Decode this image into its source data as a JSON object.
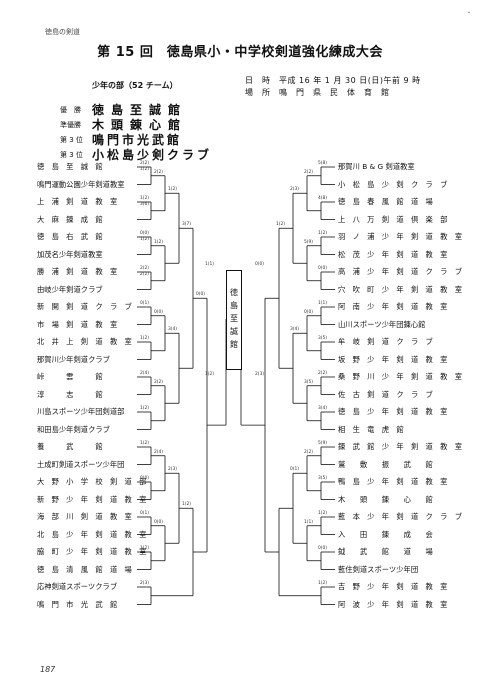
{
  "header": {
    "running_head": "徳島の剣道",
    "dot": "・"
  },
  "title": "第 15 回　徳島県小・中学校剣道強化練成大会",
  "division": "少年の部（52 チーム）",
  "event_info": {
    "date_line": "日　時　平成 16 年 1 月 30 日(日)午前 9 時",
    "place_line": "場　所　鳴　門　県　民　体　育　館"
  },
  "results": [
    {
      "label": "優　勝",
      "name": "徳島至誠館"
    },
    {
      "label": "準優勝",
      "name": "木頭錬心館"
    },
    {
      "label": "第 3 位",
      "name": "鳴門市光武館"
    },
    {
      "label": "第 3 位",
      "name": "小松島少剣クラブ"
    }
  ],
  "champion": "徳島至誠館",
  "left_teams": [
    "徳　島　至　誠　館",
    "鳴門運動公園少年剣道教室",
    "上　浦　剣　道　教　室",
    "大　麻　錬　成　館",
    "徳　島　右　武　館",
    "加茂名少年剣道教室",
    "勝　浦　剣　道　教　室",
    "由岐少年剣道クラブ",
    "新　開　剣　道　ク　ラ　ブ",
    "市　場　剣　道　教　室",
    "北　井　上　剣　道　教　室",
    "那賀川少年剣道クラブ",
    "峠　　　雲　　　館",
    "淳　　　志　　　館",
    "川島スポーツ少年団剣道部",
    "和田島少年剣道クラブ",
    "養　　　武　　　館",
    "土成町剣道スポーツ少年団",
    "大　野　小　学　校　剣　道　部",
    "新　野　少　年　剣　道　教　室",
    "海　部　川　剣　道　教　室",
    "北　島　少　年　剣　道　教　室",
    "脇　町　少　年　剣　道　教　室",
    "徳　島　清　風　館　道　場",
    "応神剣道スポーツクラブ",
    "鳴　門　市　光　武　館"
  ],
  "right_teams": [
    "那賀川 B & G 剣道教室",
    "小　松　島　少　剣　ク　ラ　ブ",
    "徳　島　春　風　館　道　場",
    "上　八　万　剣　道　倶　楽　部",
    "羽　ノ　浦　少　年　剣　道　教　室",
    "松　茂　少　年　剣　道　教　室",
    "高　浦　少　年　剣　道　ク　ラ　ブ",
    "穴　吹　町　少　年　剣　道　教　室",
    "阿　南　少　年　剣　道　教　室",
    "山川スポーツ少年団錬心館",
    "牟　岐　剣　道　ク　ラ　ブ",
    "坂　野　少　年　剣　道　教　室",
    "桑　野　川　少　年　剣　道　教　室",
    "佐　古　剣　道　ク　ラ　ブ",
    "徳　島　少　年　剣　道　教　室",
    "相　生　竜　虎　館",
    "錬　武　館　少　年　剣　道　教　室",
    "鷲　　敷　　振　　武　　館",
    "鴨　島　少　年　剣　道　教　室",
    "木　　頭　　錬　　心　　館",
    "藍　本　少　年　剣　道　ク　ラ　ブ",
    "入　　田　　錬　　成　　会",
    "鉞　　武　　館　　道　　場",
    "藍住剣道スポーツ少年団",
    "吉　野　少　年　剣　道　教　室",
    "阿　波　少　年　剣　道　教　室"
  ],
  "scores": {
    "left": [
      "2(2)",
      "1(2)",
      "0(0)",
      "2(2)",
      "0(1)",
      "1(2)",
      "2(4)",
      "1(2)",
      "1(2)",
      "0(0)",
      "0(1)",
      "1(2)",
      "2(3)",
      "2(2)",
      "1(2)",
      "0(0)",
      "2(2)",
      "2(4)",
      "0(0)",
      "1(2)",
      "3(4)",
      "2(3)",
      "3(7)",
      "1(2)",
      "0(0)",
      "1(2)",
      "3(6)",
      "1(2)",
      "2(2)"
    ],
    "right": [
      "5(8)",
      "4(8)",
      "1(2)",
      "0(0)",
      "1(1)",
      "3(5)",
      "2(2)",
      "3(4)",
      "5(9)",
      "3(5)",
      "1(2)",
      "0(0)",
      "1(2)",
      "2(2)",
      "5(9)",
      "0(0)",
      "3(5)",
      "2(2)",
      "1(1)",
      "2(3)",
      "3(4)",
      "0(1)",
      "1(2)"
    ],
    "center": [
      "1(1)",
      "1(2)",
      "0(0)",
      "2(3)"
    ]
  },
  "page_number": "187"
}
